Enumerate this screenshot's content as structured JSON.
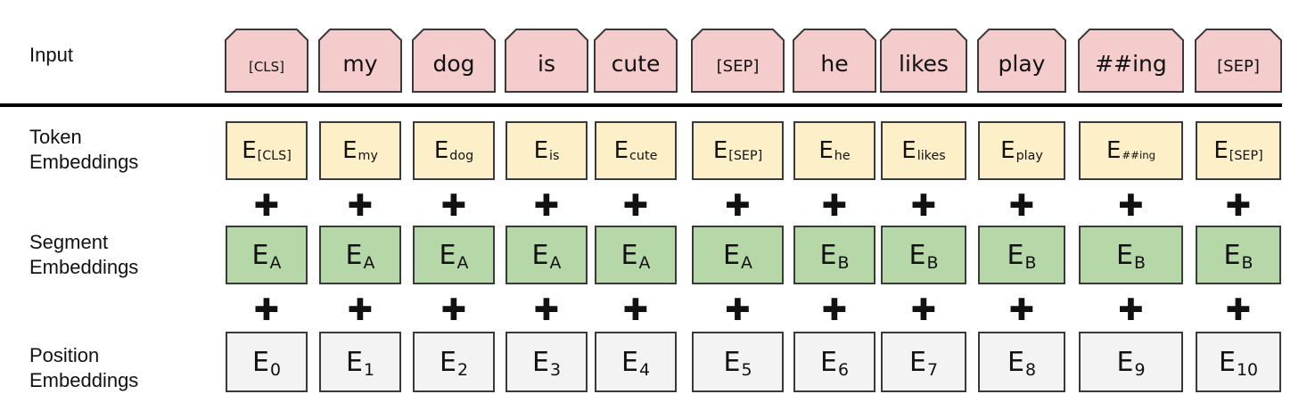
{
  "labels": {
    "input": "Input",
    "token": [
      "Token",
      "Embeddings"
    ],
    "segment": [
      "Segment",
      "Embeddings"
    ],
    "position": [
      "Position",
      "Embeddings"
    ]
  },
  "plus_symbol": "✚",
  "colors": {
    "input": "#f4cccc",
    "token": "#fdf0c9",
    "segment": "#b6d7a8",
    "position": "#f3f3f3"
  },
  "tokens": [
    {
      "input": "[CLS]",
      "token_sub": "[CLS]",
      "segment_sub": "A",
      "position_sub": "0"
    },
    {
      "input": "my",
      "token_sub": "my",
      "segment_sub": "A",
      "position_sub": "1"
    },
    {
      "input": "dog",
      "token_sub": "dog",
      "segment_sub": "A",
      "position_sub": "2"
    },
    {
      "input": "is",
      "token_sub": "is",
      "segment_sub": "A",
      "position_sub": "3"
    },
    {
      "input": "cute",
      "token_sub": "cute",
      "segment_sub": "A",
      "position_sub": "4"
    },
    {
      "input": "[SEP]",
      "token_sub": "[SEP]",
      "segment_sub": "A",
      "position_sub": "5"
    },
    {
      "input": "he",
      "token_sub": "he",
      "segment_sub": "B",
      "position_sub": "6"
    },
    {
      "input": "likes",
      "token_sub": "likes",
      "segment_sub": "B",
      "position_sub": "7"
    },
    {
      "input": "play",
      "token_sub": "play",
      "segment_sub": "B",
      "position_sub": "8"
    },
    {
      "input": "##ing",
      "token_sub": "##ing",
      "segment_sub": "B",
      "position_sub": "9"
    },
    {
      "input": "[SEP]",
      "token_sub": "[SEP]",
      "segment_sub": "B",
      "position_sub": "10"
    }
  ],
  "embedding_letter": "E"
}
